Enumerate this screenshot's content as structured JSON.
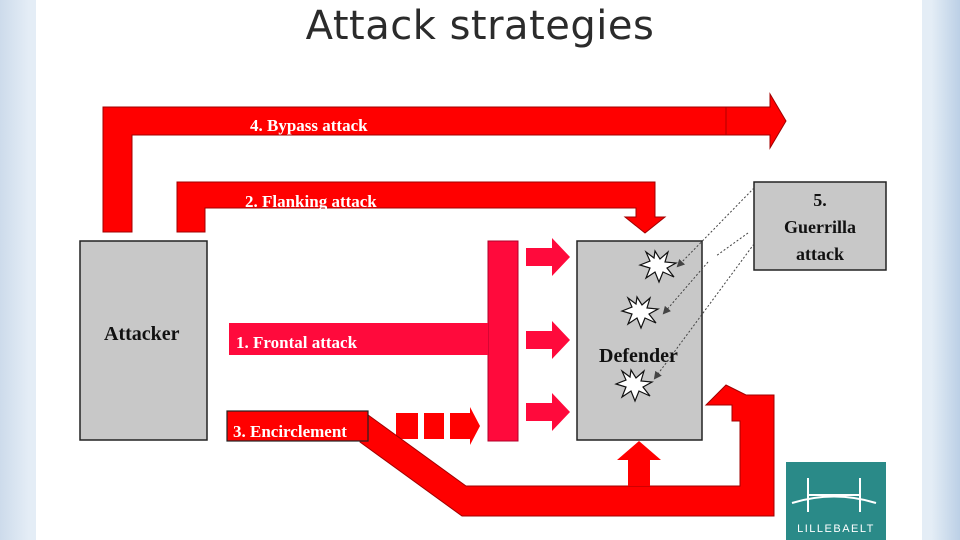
{
  "title": "Attack strategies",
  "labels": {
    "attacker": "Attacker",
    "defender": "Defender",
    "frontal": "1. Frontal attack",
    "flanking": "2. Flanking attack",
    "encirclement": "3. Encirclement",
    "bypass": "4. Bypass attack",
    "guerrilla_line1": "5.",
    "guerrilla_line2": "Guerrilla",
    "guerrilla_line3": "attack"
  },
  "logo": {
    "text": "LILLEBAELT",
    "icon": "bridge-icon"
  },
  "colors": {
    "arrow": "#ff0000",
    "arrow_pink": "#ff0a3c",
    "box": "#c8c8c8",
    "logo_bg": "#2a8a88"
  }
}
